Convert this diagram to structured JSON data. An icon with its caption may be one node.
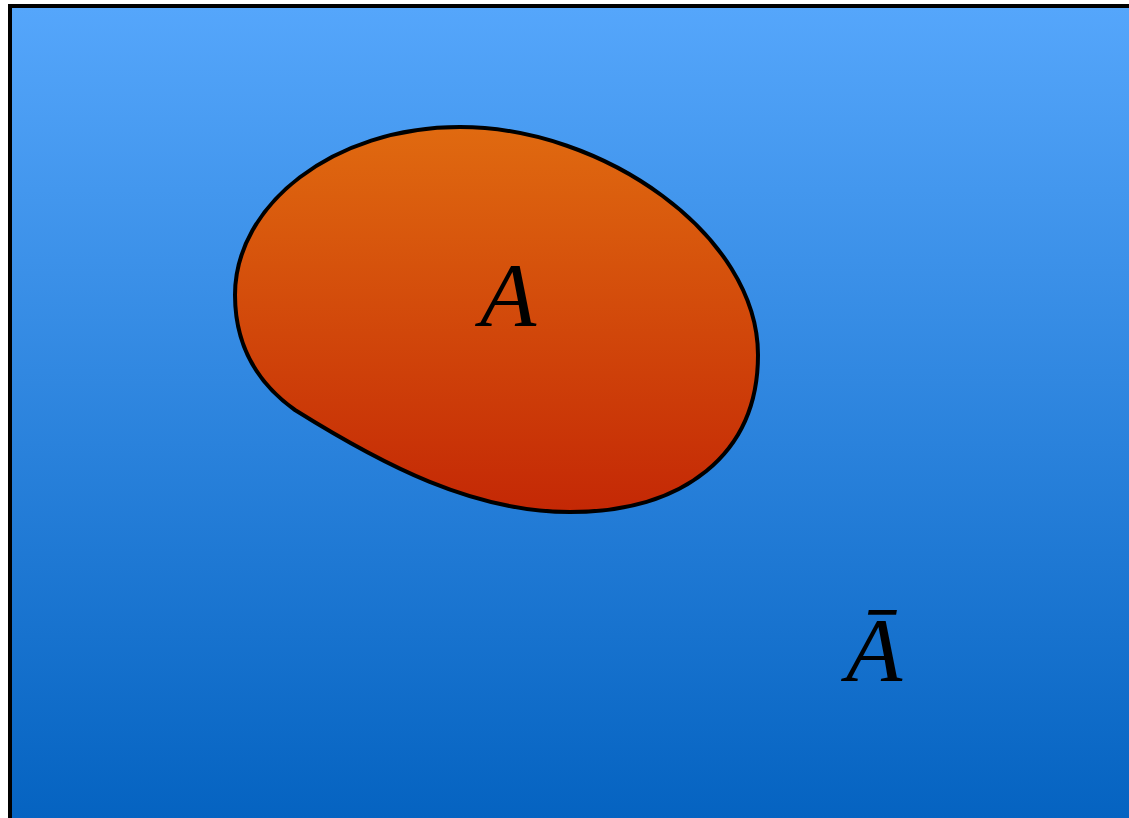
{
  "diagram": {
    "nodes": [
      {
        "text": [
          "Ā"
        ]
      },
      {
        "text": [
          "A"
        ],
        "in": 0
      }
    ]
  }
}
